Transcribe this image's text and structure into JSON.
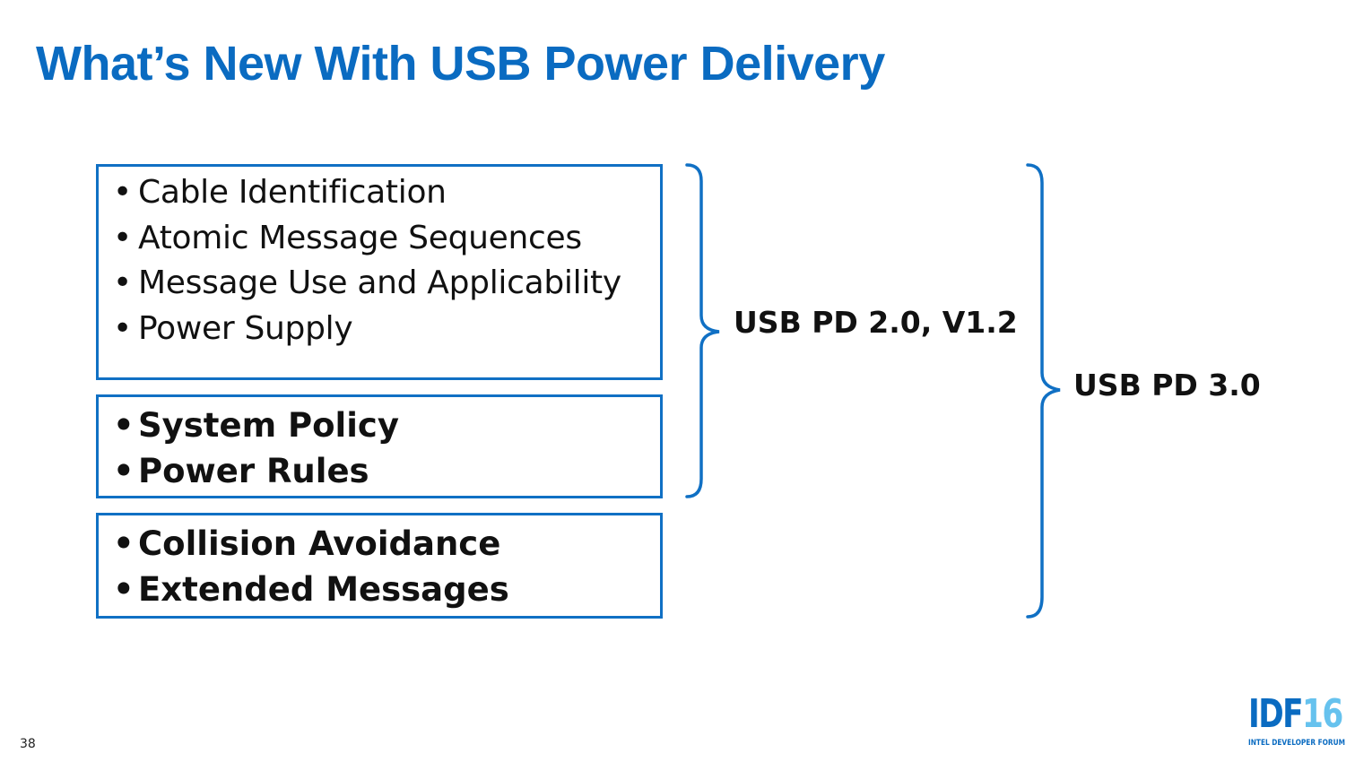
{
  "slide": {
    "title": "What’s New With USB Power Delivery",
    "page_number": "38"
  },
  "groups": [
    {
      "style": "regular",
      "items": [
        "Cable Identification",
        "Atomic Message Sequences",
        "Message Use and Applicability",
        "Power Supply"
      ]
    },
    {
      "style": "bold",
      "items": [
        "System Policy",
        "Power Rules"
      ]
    },
    {
      "style": "bold",
      "items": [
        "Collision Avoidance",
        "Extended Messages"
      ]
    }
  ],
  "braces": [
    {
      "label": "USB PD 2.0, V1.2",
      "spans_groups": [
        1,
        2
      ]
    },
    {
      "label": "USB PD 3.0",
      "spans_groups": [
        1,
        2,
        3
      ]
    }
  ],
  "logo": {
    "brand": "IDF",
    "year": "16",
    "tagline": "INTEL DEVELOPER FORUM"
  },
  "colors": {
    "accent": "#0A6BC1",
    "box_border": "#1070C4",
    "logo_light": "#66C2EE"
  }
}
